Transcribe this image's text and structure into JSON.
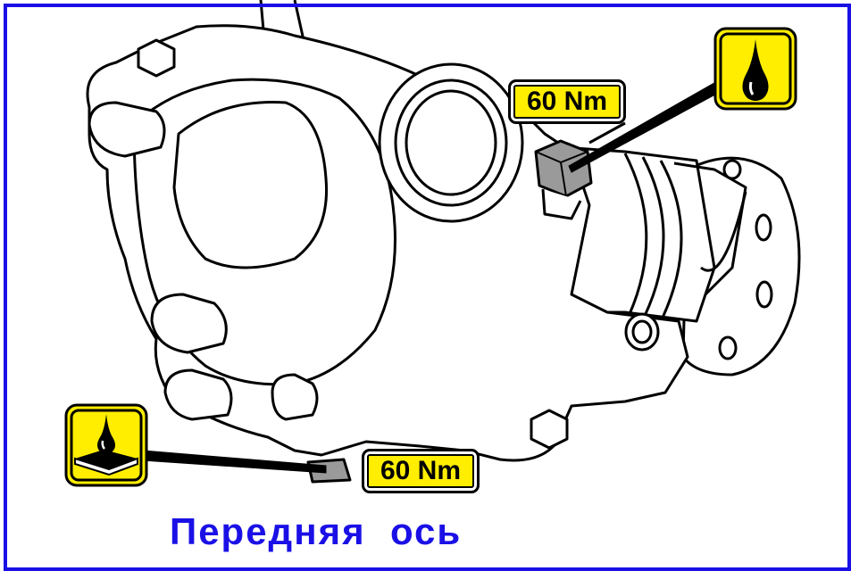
{
  "labels": {
    "torque_top": "60 Nm",
    "torque_bottom": "60 Nm",
    "caption": "Передняя  ось"
  },
  "icons": {
    "oil_fill": "oil-drop-icon",
    "sealant": "sealant-drop-icon"
  },
  "colors": {
    "frame": "#1a10e6",
    "caption": "#1a10e6",
    "label_fill": "#ffee00",
    "bolt_fill": "#9a9a9a",
    "outline": "#000000"
  }
}
